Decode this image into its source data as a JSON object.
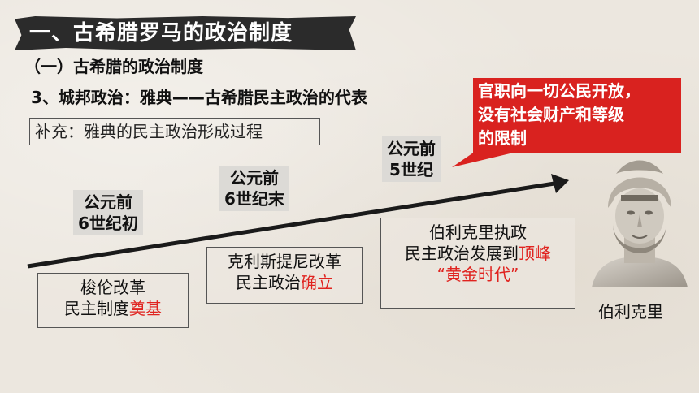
{
  "title": "一、古希腊罗马的政治制度",
  "subtitle": "（一）古希腊的政治制度",
  "point": "3、城邦政治：雅典——古希腊民主政治的代表",
  "supplement": "补充：雅典的民主政治形成过程",
  "callout": {
    "lines": [
      "官职向一切公民开放，",
      "没有社会财产和等级",
      "的限制"
    ]
  },
  "timeline": {
    "periods": [
      {
        "line1": "公元前",
        "line2": "6世纪初"
      },
      {
        "line1": "公元前",
        "line2": "6世纪末"
      },
      {
        "line1": "公元前",
        "line2": "5世纪"
      }
    ],
    "events": [
      {
        "line1": "梭伦改革",
        "line2_prefix": "民主制度",
        "line2_highlight": "奠基"
      },
      {
        "line1": "克利斯提尼改革",
        "line2_prefix": "民主政治",
        "line2_highlight": "确立"
      },
      {
        "line1": "伯利克里执政",
        "line2_prefix": "民主政治发展到",
        "line2_highlight": "顶峰",
        "line3": "“黄金时代”"
      }
    ]
  },
  "portrait_caption": "伯利克里",
  "colors": {
    "accent_red": "#d9221f",
    "banner": "#2b2b2b",
    "background": "#ece7df"
  }
}
